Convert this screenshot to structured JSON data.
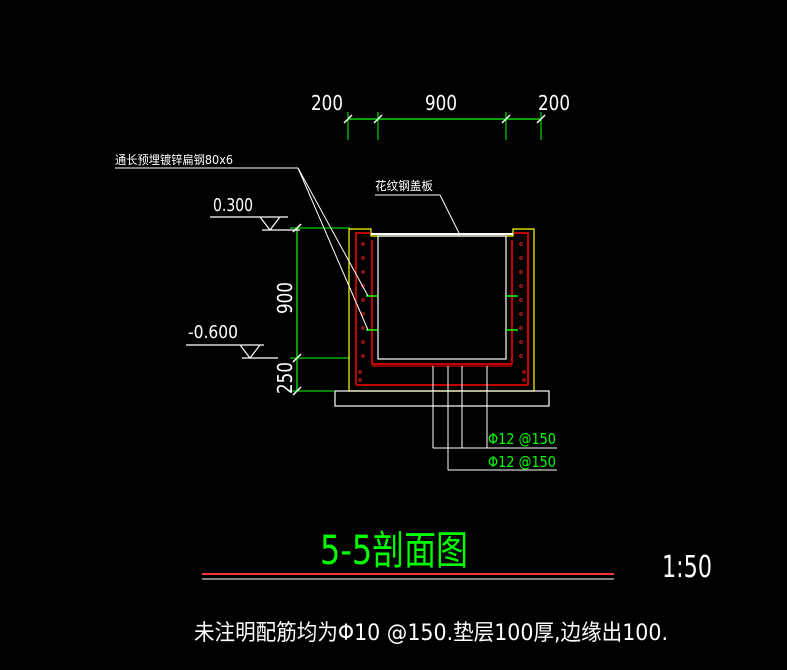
{
  "drawing": {
    "title": "5-5剖面图",
    "scale": "1:50",
    "note": "未注明配筋均为Φ10 @150.垫层100厚,边缘出100."
  },
  "dimensions": {
    "top": [
      "200",
      "900",
      "200"
    ],
    "left_height": "900",
    "left_bottom": "250"
  },
  "levels": {
    "top_elevation": "0.300",
    "bottom_elevation": "-0.600"
  },
  "labels": {
    "flat_steel": "通长预埋镀锌扁钢80x6",
    "cover_plate": "花纹钢盖板",
    "rebar_1": "Φ12 @150",
    "rebar_2": "Φ12 @150"
  },
  "colors": {
    "background": "#000000",
    "dimension": "#ffffff",
    "dimension_line": "#00ff00",
    "concrete": "#ffff00",
    "rebar": "#ff0000",
    "rebar_text": "#00ff00",
    "title": "#00ff00"
  }
}
